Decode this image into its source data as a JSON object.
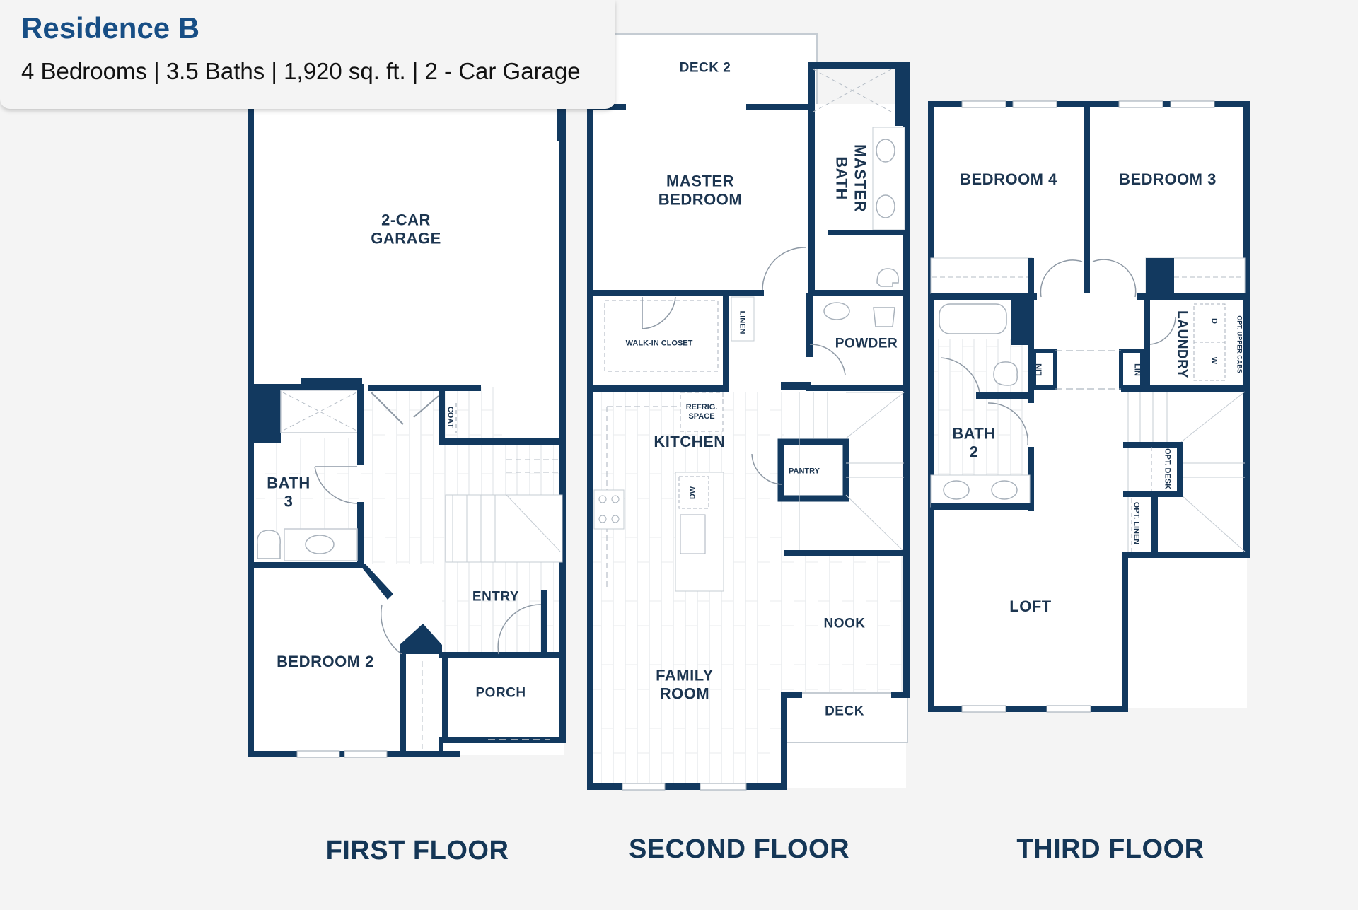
{
  "header": {
    "title": "Residence B",
    "summary": "4 Bedrooms | 3.5 Baths | 1,920 sq. ft. | 2 - Car Garage",
    "title_color": "#174e85"
  },
  "colors": {
    "wall": "#12395f",
    "floor_fill": "#ffffff",
    "background": "#f4f4f4",
    "label": "#1c3550"
  },
  "floors": [
    {
      "label": "FIRST FLOOR",
      "rooms": {
        "garage_line1": "2-CAR",
        "garage_line2": "GARAGE",
        "bath3_line1": "BATH",
        "bath3_line2": "3",
        "coat": "COAT",
        "entry": "ENTRY",
        "bedroom2": "BEDROOM 2",
        "porch": "PORCH"
      }
    },
    {
      "label": "SECOND FLOOR",
      "rooms": {
        "deck2": "DECK 2",
        "master_bedroom_line1": "MASTER",
        "master_bedroom_line2": "BEDROOM",
        "master_bath_line1": "MASTER",
        "master_bath_line2": "BATH",
        "walk_in_closet": "WALK-IN CLOSET",
        "linen": "LINEN",
        "powder": "POWDER",
        "refrig_line1": "REFRIG.",
        "refrig_line2": "SPACE",
        "kitchen": "KITCHEN",
        "pantry": "PANTRY",
        "dw": "DW",
        "nook": "NOOK",
        "family_room_line1": "FAMILY",
        "family_room_line2": "ROOM",
        "deck": "DECK"
      }
    },
    {
      "label": "THIRD FLOOR",
      "rooms": {
        "bedroom4": "BEDROOM 4",
        "bedroom3": "BEDROOM 3",
        "laundry": "LAUNDRY",
        "opt_upper_cabs": "OPT. UPPER CABS",
        "dryer": "D",
        "washer": "W",
        "lin_left": "LIN",
        "lin_right": "LIN",
        "bath2_line1": "BATH",
        "bath2_line2": "2",
        "opt_desk": "OPT. DESK",
        "opt_linen": "OPT. LINEN",
        "loft": "LOFT"
      }
    }
  ]
}
